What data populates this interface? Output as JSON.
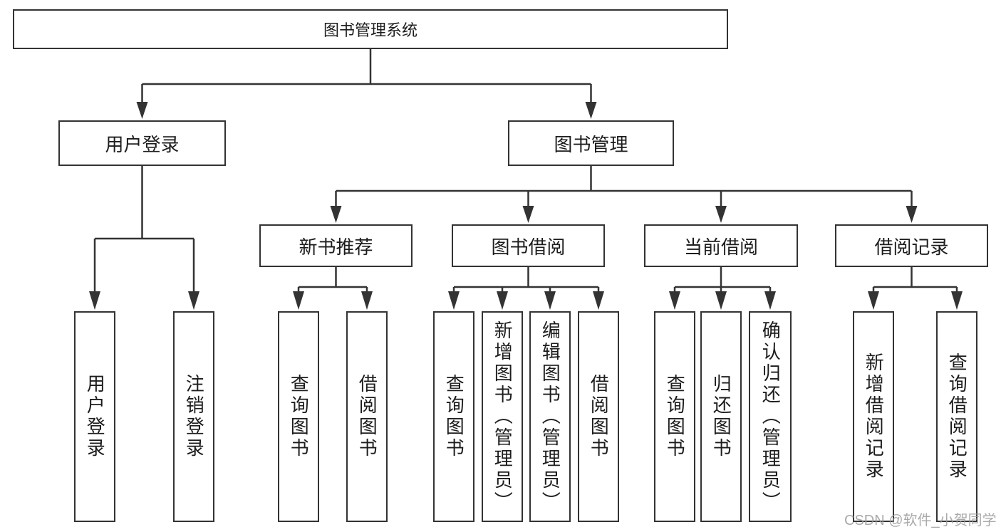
{
  "diagram": {
    "root_label": "图书管理系统",
    "level2": {
      "user_login": "用户登录",
      "book_mgmt": "图书管理"
    },
    "level3": {
      "new_book_rec": "新书推荐",
      "book_borrow": "图书借阅",
      "current_borrow": "当前借阅",
      "borrow_records": "借阅记录"
    },
    "leaves": {
      "login": "用户登录",
      "logout": "注销登录",
      "rec_query": "查询图书",
      "rec_borrow": "借阅图书",
      "bb_query": "查询图书",
      "bb_add": "新增图书（管理员）",
      "bb_edit": "编辑图书（管理员）",
      "bb_borrow": "借阅图书",
      "cb_query": "查询图书",
      "cb_return": "归还图书",
      "cb_confirm": "确认归还（管理员）",
      "br_add": "新增借阅记录",
      "br_query": "查询借阅记录"
    },
    "watermark": "CSDN @软件_小贺同学",
    "colors": {
      "line": "#333333",
      "text": "#1c1c1c",
      "watermark": "#9b9b9b"
    }
  }
}
